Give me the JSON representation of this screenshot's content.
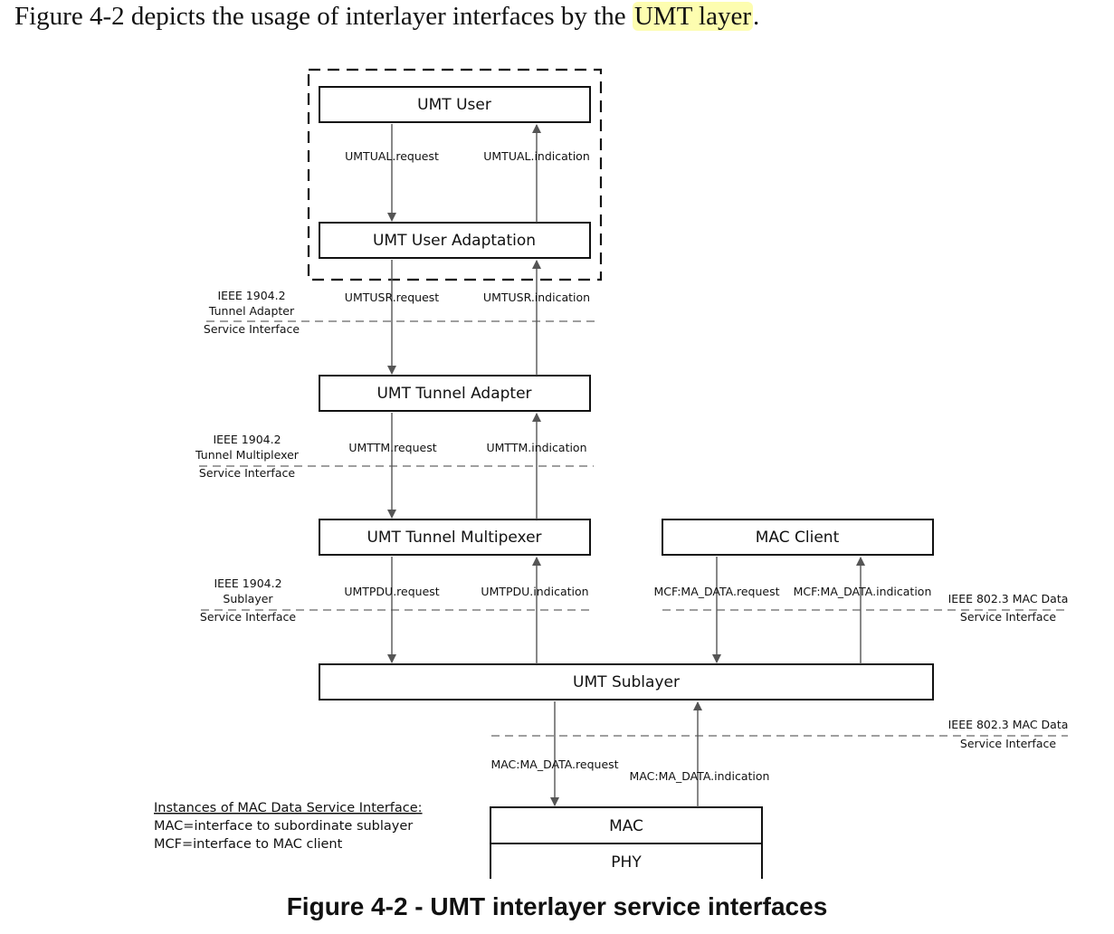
{
  "intro": {
    "prefix": "Figure 4-2 depicts the usage of interlayer interfaces by the ",
    "highlight": "UMT layer",
    "suffix": "."
  },
  "boxes": {
    "umt_user": "UMT User",
    "umt_user_adaptation": "UMT User Adaptation",
    "umt_tunnel_adapter": "UMT Tunnel Adapter",
    "umt_tunnel_multiplexer": "UMT Tunnel Multipexer",
    "mac_client": "MAC Client",
    "umt_sublayer": "UMT Sublayer",
    "mac": "MAC",
    "phy": "PHY"
  },
  "primitives": {
    "umtual_request": "UMTUAL.request",
    "umtual_indication": "UMTUAL.indication",
    "umtusr_request": "UMTUSR.request",
    "umtusr_indication": "UMTUSR.indication",
    "umttm_request": "UMTTM.request",
    "umttm_indication": "UMTTM.indication",
    "umtpdu_request": "UMTPDU.request",
    "umtpdu_indication": "UMTPDU.indication",
    "mcf_request": "MCF:MA_DATA.request",
    "mcf_indication": "MCF:MA_DATA.indication",
    "mac_request": "MAC:MA_DATA.request",
    "mac_indication": "MAC:MA_DATA.indication"
  },
  "interfaces": {
    "tunnel_adapter": [
      "IEEE 1904.2",
      "Tunnel Adapter",
      "Service Interface"
    ],
    "tunnel_multiplexer": [
      "IEEE 1904.2",
      "Tunnel Multiplexer",
      "Service Interface"
    ],
    "sublayer": [
      "IEEE 1904.2",
      "Sublayer",
      "Service Interface"
    ],
    "mac_data_upper": [
      "IEEE 802.3 MAC Data",
      "Service Interface"
    ],
    "mac_data_lower": [
      "IEEE 802.3 MAC Data",
      "Service Interface"
    ]
  },
  "legend": {
    "title": "Instances of MAC Data Service Interface:",
    "line1": "MAC=interface to subordinate sublayer",
    "line2": "MCF=interface to MAC client"
  },
  "caption": "Figure 4-2 - UMT interlayer service interfaces"
}
